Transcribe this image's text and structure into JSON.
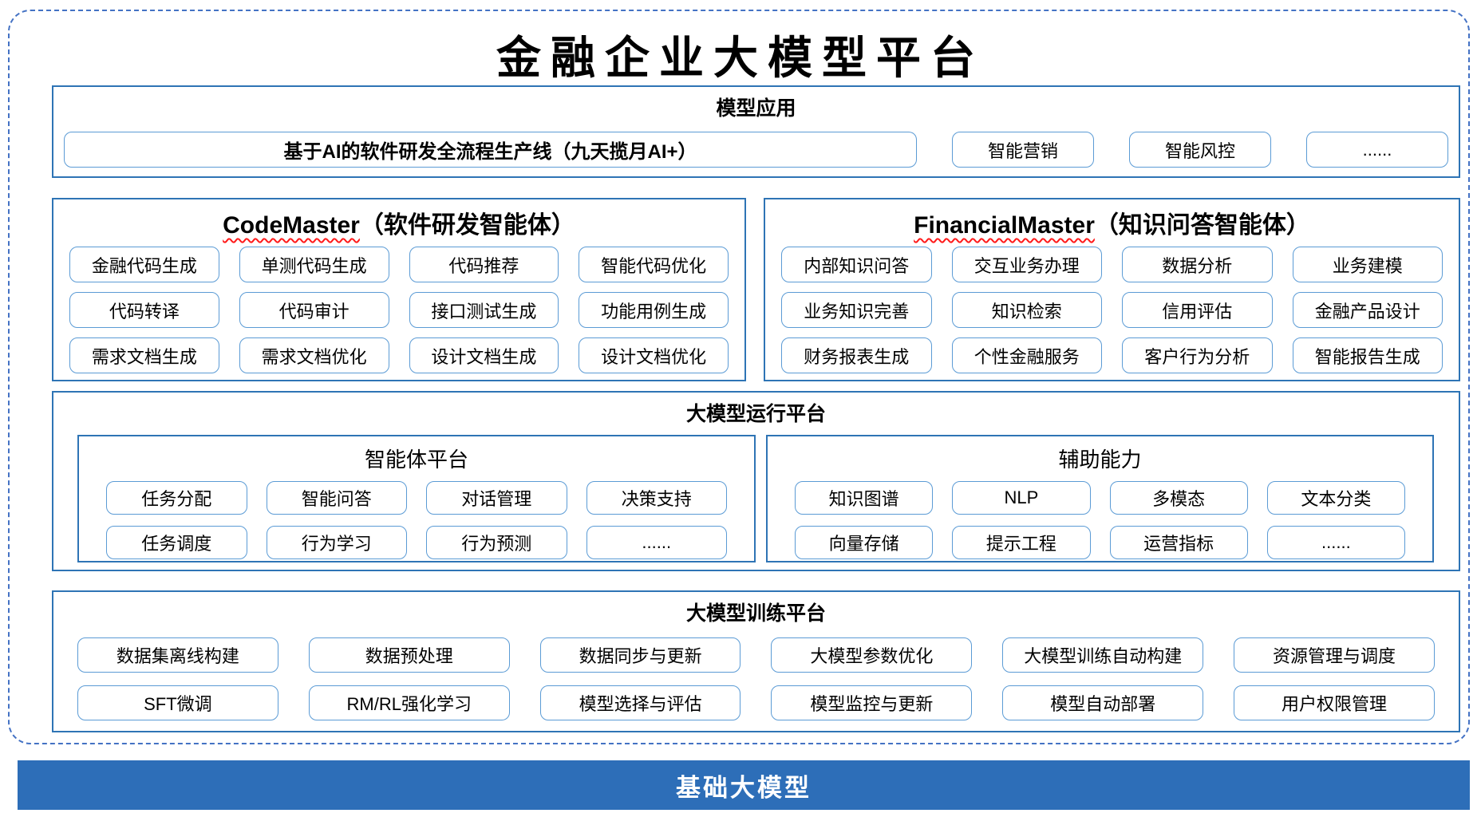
{
  "title": "金融企业大模型平台",
  "colors": {
    "frame_dash": "#4472C4",
    "section_border": "#2E74B5",
    "box_border": "#5B9BD5",
    "foundation_bg": "#2D6EB8",
    "spellcheck_underline": "#FF1A1A"
  },
  "model_app": {
    "header": "模型应用",
    "main_item": "基于AI的软件研发全流程生产线（九天揽月AI+）",
    "items": [
      "智能营销",
      "智能风控",
      "......"
    ]
  },
  "code_master": {
    "title_en": "CodeMaster",
    "title_suffix": "（软件研发智能体）",
    "rows": [
      [
        "金融代码生成",
        "单测代码生成",
        "代码推荐",
        "智能代码优化"
      ],
      [
        "代码转译",
        "代码审计",
        "接口测试生成",
        "功能用例生成"
      ],
      [
        "需求文档生成",
        "需求文档优化",
        "设计文档生成",
        "设计文档优化"
      ]
    ]
  },
  "financial_master": {
    "title_en": "FinancialMaster",
    "title_suffix": "（知识问答智能体）",
    "rows": [
      [
        "内部知识问答",
        "交互业务办理",
        "数据分析",
        "业务建模"
      ],
      [
        "业务知识完善",
        "知识检索",
        "信用评估",
        "金融产品设计"
      ],
      [
        "财务报表生成",
        "个性金融服务",
        "客户行为分析",
        "智能报告生成"
      ]
    ]
  },
  "runtime": {
    "header": "大模型运行平台",
    "agent_platform": {
      "title": "智能体平台",
      "rows": [
        [
          "任务分配",
          "智能问答",
          "对话管理",
          "决策支持"
        ],
        [
          "任务调度",
          "行为学习",
          "行为预测",
          "......"
        ]
      ]
    },
    "auxiliary": {
      "title": "辅助能力",
      "rows": [
        [
          "知识图谱",
          "NLP",
          "多模态",
          "文本分类"
        ],
        [
          "向量存储",
          "提示工程",
          "运营指标",
          "......"
        ]
      ]
    }
  },
  "training": {
    "header": "大模型训练平台",
    "rows": [
      [
        "数据集离线构建",
        "数据预处理",
        "数据同步与更新",
        "大模型参数优化",
        "大模型训练自动构建",
        "资源管理与调度"
      ],
      [
        "SFT微调",
        "RM/RL强化学习",
        "模型选择与评估",
        "模型监控与更新",
        "模型自动部署",
        "用户权限管理"
      ]
    ]
  },
  "foundation": {
    "label": "基础大模型"
  }
}
